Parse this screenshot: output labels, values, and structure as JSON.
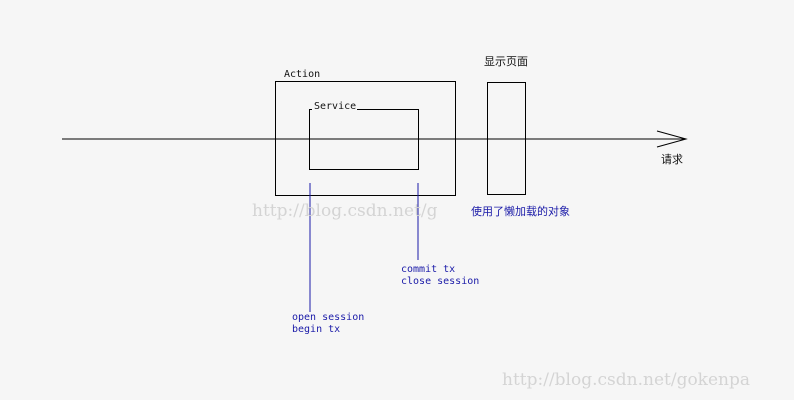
{
  "labels": {
    "action": "Action",
    "service": "Service",
    "display_page": "显示页面",
    "request": "请求",
    "lazy_object": "使用了懒加载的对象",
    "commit_tx": "commit tx",
    "close_session": "close session",
    "open_session": "open session",
    "begin_tx": "begin tx"
  },
  "watermarks": {
    "center": "http://blog.csdn.net/g",
    "bottom_right": "http://blog.csdn.net/gokenpa"
  },
  "colors": {
    "background": "#f6f6f6",
    "line": "#000000",
    "annotation": "#1a1aa8",
    "watermark": "#d4d4d4"
  }
}
